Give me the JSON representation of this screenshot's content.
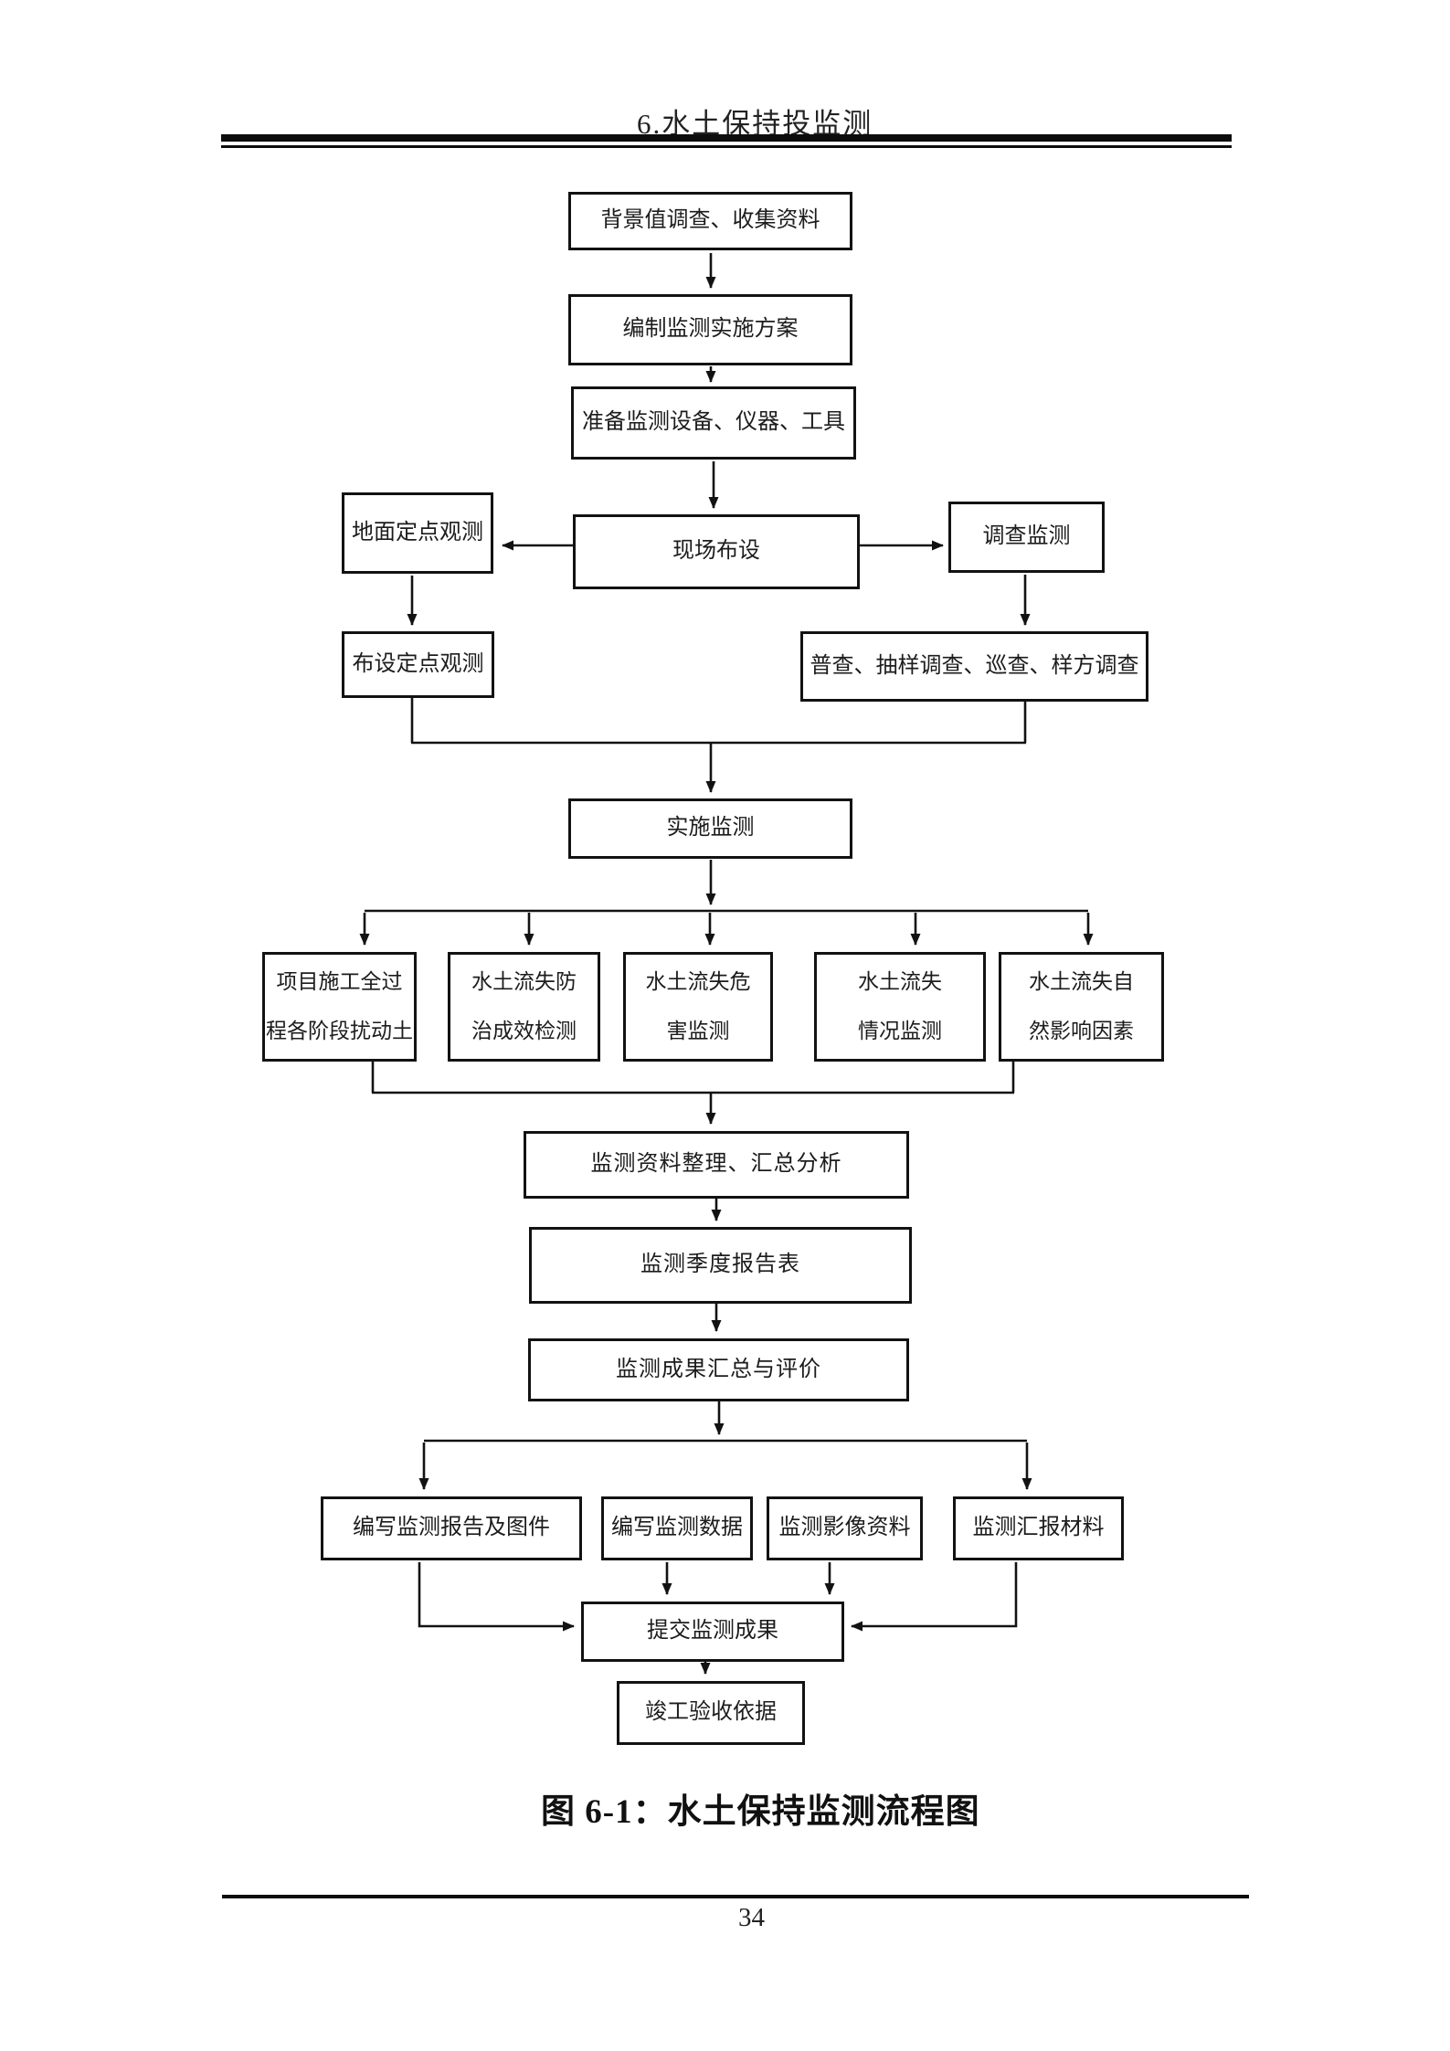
{
  "page": {
    "header": "6.水土保持投监测",
    "caption": "图 6-1：水土保持监测流程图",
    "page_number": "34"
  },
  "flowchart": {
    "nodes": {
      "bg_survey": "背景值调查、收集资料",
      "plan": "编制监测实施方案",
      "equipment": "准备监测设备、仪器、工具",
      "site_layout": "现场布设",
      "ground_obs": "地面定点观测",
      "survey_monitor": "调查监测",
      "fixed_point": "布设定点观测",
      "census": "普查、抽样调查、巡查、样方调查",
      "implement": "实施监测",
      "disturbed": "项目施工全过\n程各阶段扰动土",
      "control_effect": "水土流失防\n治成效检测",
      "hazard": "水土流失危\n害监测",
      "condition": "水土流失\n情况监测",
      "natural": "水土流失自\n然影响因素",
      "collate": "监测资料整理、汇总分析",
      "quarterly": "监测季度报告表",
      "results_eval": "监测成果汇总与评价",
      "report": "编写监测报告及图件",
      "data_compile": "编写监测数据",
      "imagery": "监测影像资料",
      "briefing": "监测汇报材料",
      "submit": "提交监测成果",
      "acceptance": "竣工验收依据"
    }
  }
}
